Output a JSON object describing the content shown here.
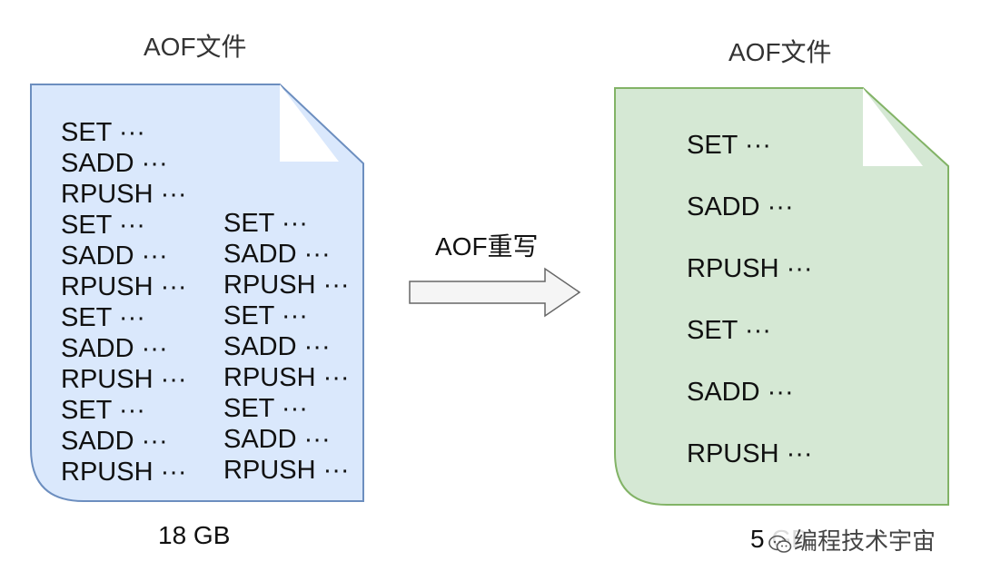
{
  "left_file": {
    "title": "AOF文件",
    "size": "18 GB",
    "col1": [
      "SET ···",
      "SADD ···",
      "RPUSH ···",
      "SET ···",
      "SADD ···",
      "RPUSH ···",
      "SET ···",
      "SADD ···",
      "RPUSH ···",
      "SET ···",
      "SADD ···",
      "RPUSH ···"
    ],
    "col2": [
      "SET ···",
      "SADD ···",
      "RPUSH ···",
      "SET ···",
      "SADD ···",
      "RPUSH ···",
      "SET ···",
      "SADD ···",
      "RPUSH ···"
    ],
    "fill": "#dae8fc",
    "stroke": "#6c8ebf"
  },
  "right_file": {
    "title": "AOF文件",
    "size": "5 GB",
    "lines": [
      "SET ···",
      "SADD ···",
      "RPUSH ···",
      "SET ···",
      "SADD ···",
      "RPUSH ···"
    ],
    "fill": "#d5e8d4",
    "stroke": "#82b366"
  },
  "arrow": {
    "label": "AOF重写",
    "fill": "#f5f5f5",
    "stroke": "#666666"
  },
  "watermark": {
    "text": "编程技术宇宙",
    "icon": "wechat-icon"
  }
}
